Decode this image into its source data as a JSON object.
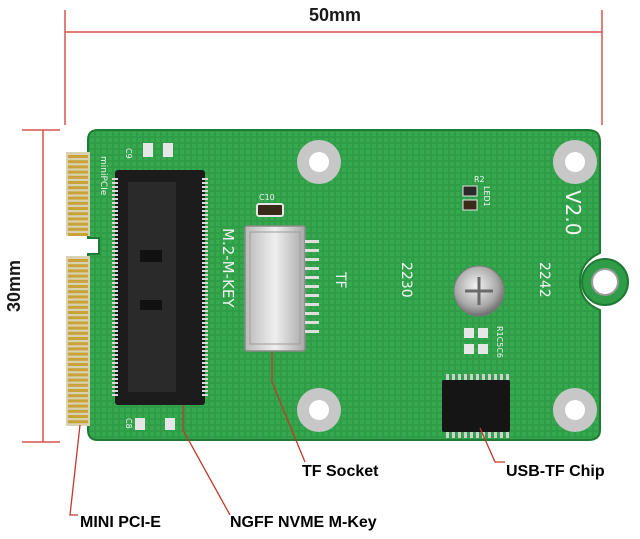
{
  "dimensions": {
    "width_label": "50mm",
    "height_label": "30mm"
  },
  "board_silkscreen": {
    "version": "V2.0",
    "key_label": "M.2-M-KEY",
    "tf_label": "TF",
    "len_2230": "2230",
    "len_2242": "2242",
    "minipcie_label": "miniPCIe",
    "c9": "C9",
    "c10": "C10",
    "c8": "C8",
    "r2": "R2",
    "led1": "LED1",
    "r1c5c6": "R1C5C6"
  },
  "callouts": {
    "tf_socket": "TF Socket",
    "usb_tf_chip": "USB-TF Chip",
    "mini_pcie": "MINI PCI-E",
    "ngff": "NGFF NVME M-Key"
  },
  "colors": {
    "board": "#2e9a45",
    "board_edge": "#1f7a34",
    "dimension_line": "#d9534f",
    "callout_line": "#c0392b",
    "gold": "#c9a23a",
    "connector": "#1c1c1c"
  }
}
